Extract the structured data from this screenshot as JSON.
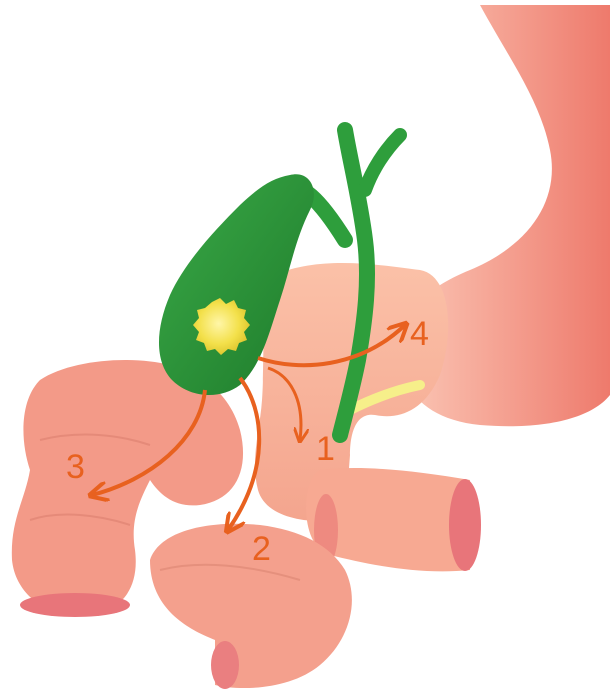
{
  "colors": {
    "background": "#ffffff",
    "stomach": "#f49486",
    "stomach_dark": "#ec7369",
    "duodenum": "#f7ad93",
    "intestine": "#f49e8c",
    "intestine_lumen": "#e8757a",
    "gallbladder": "#2e9e3c",
    "gallbladder_dark": "#1f7d2c",
    "gallstone": "#f3e04a",
    "gallstone_light": "#fff6a8",
    "arrow": "#e8611f",
    "pancreatic_duct": "#f6ef8a"
  },
  "labels": {
    "route_1": "1",
    "route_2": "2",
    "route_3": "3",
    "route_4": "4"
  }
}
